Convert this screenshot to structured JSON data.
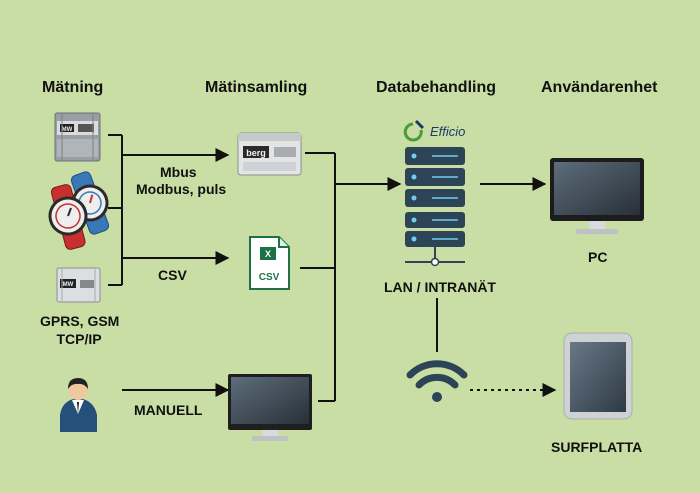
{
  "headers": {
    "matning": "Mätning",
    "matinsamling": "Mätinsamling",
    "databehandling": "Databehandling",
    "anvandarenhet": "Användarenhet"
  },
  "labels": {
    "mbus": "Mbus",
    "modbus": "Modbus, puls",
    "csv": "CSV",
    "gprs": "GPRS, GSM",
    "tcpip": "TCP/IP",
    "manuell": "MANUELL",
    "lan": "LAN / INTRANÄT",
    "pc": "PC",
    "surfplatta": "SURFPLATTA"
  },
  "logos": {
    "meter_brand": "berg",
    "efficio": "Efficio",
    "excel_icon_text": "CSV"
  },
  "colors": {
    "background": "#c8dea4",
    "server": "#2d4356",
    "server_led": "#6ed0f0",
    "wifi": "#2d4356",
    "monitor": "#202020",
    "screen_gradient_top": "#596875",
    "screen_gradient_bottom": "#2c343c",
    "efficio_green": "#4a9a3a",
    "excel_green": "#1e7145",
    "watch_red": "#c83030",
    "watch_blue": "#3878b8",
    "person_blue": "#25507a"
  },
  "icons": [
    "energy-meter-icon",
    "water-meter-icon",
    "data-collector-icon",
    "csv-file-icon",
    "person-icon",
    "monitor-icon",
    "server-icon",
    "wifi-icon",
    "tablet-icon",
    "efficio-logo-icon"
  ]
}
